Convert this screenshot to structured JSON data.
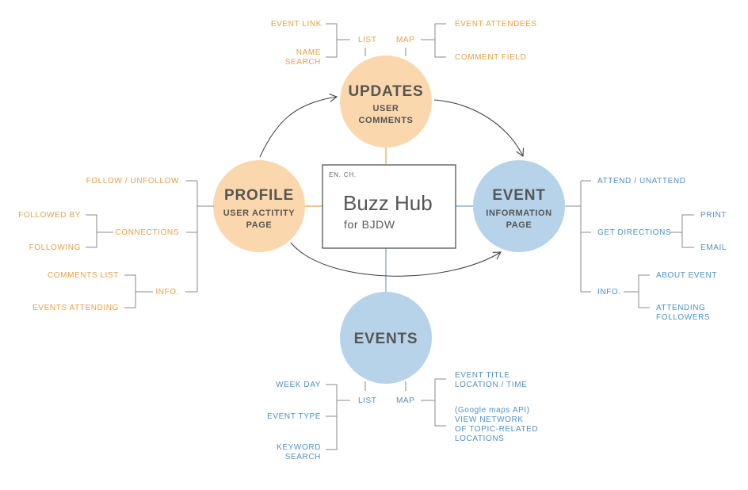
{
  "hub": {
    "lang": "EN. CH.",
    "title": "Buzz Hub",
    "subtitle": "for BJDW"
  },
  "nodes": {
    "updates": {
      "title": "UPDATES",
      "line1": "USER",
      "line2": "COMMENTS"
    },
    "profile": {
      "title": "PROFILE",
      "line1": "USER ACTITITY",
      "line2": "PAGE"
    },
    "event": {
      "title": "EVENT",
      "line1": "INFORMATION",
      "line2": "PAGE"
    },
    "events": {
      "title": "EVENTS"
    }
  },
  "updates_branches": {
    "list": "LIST",
    "map": "MAP",
    "event_link": "EVENT LINK",
    "name_search_1": "NAME",
    "name_search_2": "SEARCH",
    "event_attendees": "EVENT ATTENDEES",
    "comment_field": "COMMENT FIELD"
  },
  "profile_branches": {
    "follow": "FOLLOW / UNFOLLOW",
    "connections": "CONNECTIONS",
    "followed_by": "FOLLOWED BY",
    "following": "FOLLOWING",
    "info": "INFO.",
    "comments_list": "COMMENTS LIST",
    "events_attending": "EVENTS ATTENDING"
  },
  "event_branches": {
    "attend": "ATTEND / UNATTEND",
    "get_directions": "GET DIRECTIONS",
    "print": "PRINT",
    "email": "EMAIL",
    "info": "INFO.",
    "about_event": "ABOUT EVENT",
    "attending_1": "ATTENDING",
    "attending_2": "FOLLOWERS"
  },
  "events_branches": {
    "list": "LIST",
    "map": "MAP",
    "week_day": "WEEK DAY",
    "event_type": "EVENT TYPE",
    "keyword_1": "KEYWORD",
    "keyword_2": "SEARCH",
    "title_1": "EVENT TITLE",
    "title_2": "LOCATION / TIME",
    "gmaps_1": "(Google maps API)",
    "gmaps_2": "VIEW NETWORK",
    "gmaps_3": "OF TOPIC-RELATED",
    "gmaps_4": "LOCATIONS"
  },
  "colors": {
    "orange_text": "#e8a045",
    "blue_text": "#4f91c4",
    "orange_circle": "#fbd7ad",
    "blue_circle": "#b6d3e9",
    "hub_border": "#555555"
  }
}
